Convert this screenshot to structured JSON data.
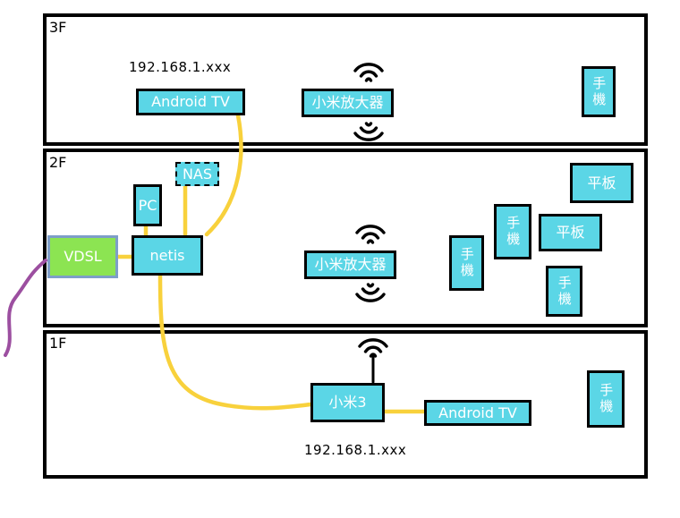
{
  "floor3": {
    "label": "3F",
    "ip": "192.168.1.xxx",
    "android_tv": "Android TV",
    "extender": "小米放大器",
    "phone": "手機"
  },
  "floor2": {
    "label": "2F",
    "nas": "NAS",
    "pc": "PC",
    "vdsl": "VDSL",
    "router": "netis",
    "extender": "小米放大器",
    "phone_left": "手機",
    "phone_mid": "手機",
    "phone_bottom": "手機",
    "tablet_top": "平板",
    "tablet_mid": "平板"
  },
  "floor1": {
    "label": "1F",
    "router": "小米3",
    "android_tv": "Android TV",
    "ip": "192.168.1.xxx",
    "phone": "手機"
  },
  "colors": {
    "device_fill": "#5bd6e6",
    "vdsl_fill": "#8ce452",
    "vdsl_border": "#7e9ec8",
    "cable_yellow": "#f8d13c",
    "wan_purple": "#9c4fa0",
    "outline": "#000000"
  }
}
